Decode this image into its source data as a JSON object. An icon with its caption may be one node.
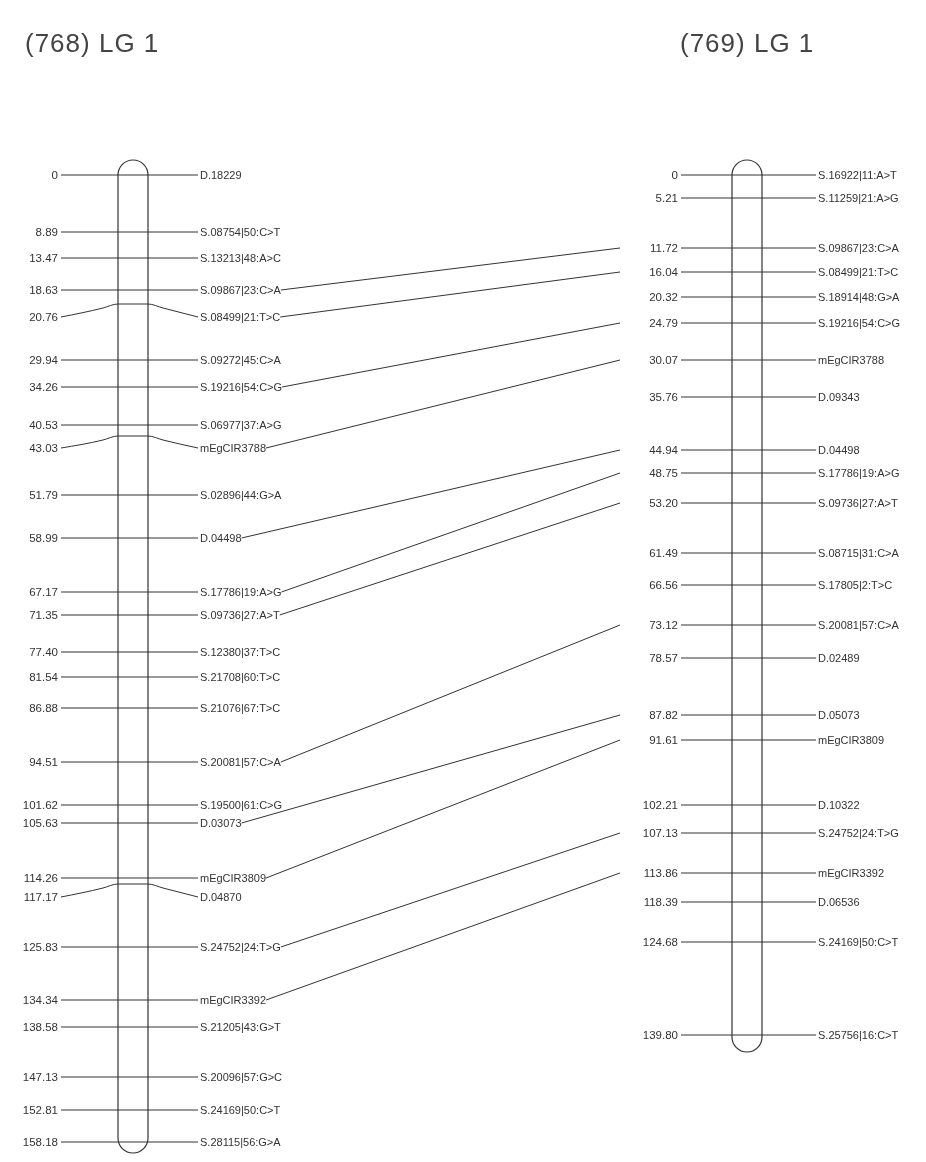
{
  "diagram": {
    "nodes": [
      {
        "text": [
          "(768) LG 1"
        ]
      },
      {
        "text": [
          "0",
          "D.18229"
        ]
      },
      {
        "text": [
          "8.89",
          "S.08754|50:C>T"
        ]
      },
      {
        "text": [
          "13.47",
          "S.13213|48:A>C"
        ]
      },
      {
        "text": [
          "18.63",
          "S.09867|23:C>A"
        ]
      },
      {
        "text": [
          "20.76",
          "S.08499|21:T>C"
        ]
      },
      {
        "text": [
          "29.94",
          "S.09272|45:C>A"
        ]
      },
      {
        "text": [
          "34.26",
          "S.19216|54:C>G"
        ]
      },
      {
        "text": [
          "40.53",
          "S.06977|37:A>G"
        ]
      },
      {
        "text": [
          "43.03",
          "mEgCIR3788"
        ]
      },
      {
        "text": [
          "51.79",
          "S.02896|44:G>A"
        ]
      },
      {
        "text": [
          "58.99",
          "D.04498"
        ]
      },
      {
        "text": [
          "67.17",
          "S.17786|19:A>G"
        ]
      },
      {
        "text": [
          "71.35",
          "S.09736|27:A>T"
        ]
      },
      {
        "text": [
          "77.40",
          "S.12380|37:T>C"
        ]
      },
      {
        "text": [
          "81.54",
          "S.21708|60:T>C"
        ]
      },
      {
        "text": [
          "86.88",
          "S.21076|67:T>C"
        ]
      },
      {
        "text": [
          "94.51",
          "S.20081|57:C>A"
        ]
      },
      {
        "text": [
          "101.62",
          "S.19500|61:C>G"
        ]
      },
      {
        "text": [
          "105.63",
          "D.03073"
        ]
      },
      {
        "text": [
          "114.26",
          "mEgCIR3809"
        ]
      },
      {
        "text": [
          "117.17",
          "D.04870"
        ]
      },
      {
        "text": [
          "125.83",
          "S.24752|24:T>G"
        ]
      },
      {
        "text": [
          "134.34",
          "mEgCIR3392"
        ]
      },
      {
        "text": [
          "138.58",
          "S.21205|43:G>T"
        ]
      },
      {
        "text": [
          "147.13",
          "S.20096|57:G>C"
        ]
      },
      {
        "text": [
          "152.81",
          "S.24169|50:C>T"
        ]
      },
      {
        "text": [
          "158.18",
          "S.28115|56:G>A"
        ]
      },
      {
        "text": [
          "(769) LG 1"
        ]
      },
      {
        "text": [
          "0",
          "S.16922|11:A>T"
        ]
      },
      {
        "text": [
          "5.21",
          "S.11259|21:A>G"
        ]
      },
      {
        "text": [
          "11.72",
          "S.09867|23:C>A"
        ]
      },
      {
        "text": [
          "16.04",
          "S.08499|21:T>C"
        ]
      },
      {
        "text": [
          "20.32",
          "S.18914|48:G>A"
        ]
      },
      {
        "text": [
          "24.79",
          "S.19216|54:C>G"
        ]
      },
      {
        "text": [
          "30.07",
          "mEgCIR3788"
        ]
      },
      {
        "text": [
          "35.76",
          "D.09343"
        ]
      },
      {
        "text": [
          "44.94",
          "D.04498"
        ]
      },
      {
        "text": [
          "48.75",
          "S.17786|19:A>G"
        ]
      },
      {
        "text": [
          "53.20",
          "S.09736|27:A>T"
        ]
      },
      {
        "text": [
          "61.49",
          "S.08715|31:C>A"
        ]
      },
      {
        "text": [
          "66.56",
          "S.17805|2:T>C"
        ]
      },
      {
        "text": [
          "73.12",
          "S.20081|57:C>A"
        ]
      },
      {
        "text": [
          "78.57",
          "D.02489"
        ]
      },
      {
        "text": [
          "87.82",
          "D.05073"
        ]
      },
      {
        "text": [
          "91.61",
          "mEgCIR3809"
        ]
      },
      {
        "text": [
          "102.21",
          "D.10322"
        ]
      },
      {
        "text": [
          "107.13",
          "S.24752|24:T>G"
        ]
      },
      {
        "text": [
          "113.86",
          "mEgCIR3392"
        ]
      },
      {
        "text": [
          "118.39",
          "D.06536"
        ]
      },
      {
        "text": [
          "124.68",
          "S.24169|50:C>T"
        ]
      },
      {
        "text": [
          "139.80",
          "S.25756|16:C>T"
        ]
      }
    ],
    "edges": [
      {
        "from": 4,
        "to": 31,
        "arrow": "none"
      },
      {
        "from": 5,
        "to": 32,
        "arrow": "none"
      },
      {
        "from": 7,
        "to": 34,
        "arrow": "none"
      },
      {
        "from": 9,
        "to": 35,
        "arrow": "none"
      },
      {
        "from": 11,
        "to": 37,
        "arrow": "none"
      },
      {
        "from": 12,
        "to": 38,
        "arrow": "none"
      },
      {
        "from": 13,
        "to": 39,
        "arrow": "none"
      },
      {
        "from": 17,
        "to": 42,
        "arrow": "none"
      },
      {
        "from": 19,
        "to": 44,
        "arrow": "none"
      },
      {
        "from": 20,
        "to": 45,
        "arrow": "none"
      },
      {
        "from": 22,
        "to": 47,
        "arrow": "none"
      },
      {
        "from": 23,
        "to": 48,
        "arrow": "none"
      }
    ]
  }
}
